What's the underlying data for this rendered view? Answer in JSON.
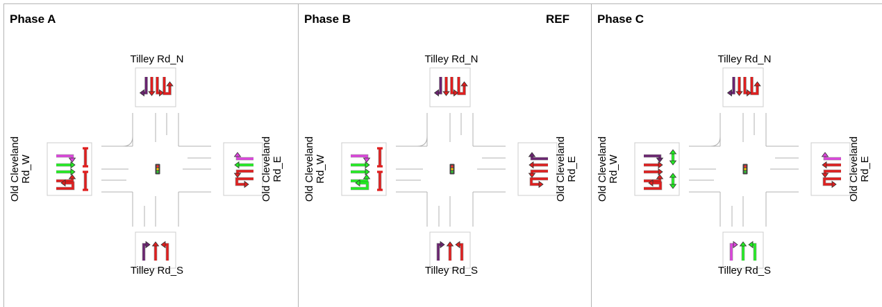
{
  "colors": {
    "red": "#e01e1e",
    "green": "#22ee22",
    "magenta": "#dd44dd",
    "purple": "#6a2370",
    "road": "#ffffff",
    "road_edge": "#b0b0b0",
    "box_border": "#cccccc",
    "signal_body": "#444444"
  },
  "approach_labels": {
    "north": "Tilley Rd_N",
    "south": "Tilley Rd_S",
    "west_line1": "Old Cleveland",
    "west_line2": "Rd_W",
    "east_line1": "Old Cleveland",
    "east_line2": "Rd_E"
  },
  "phases": [
    {
      "title": "Phase A",
      "ref": "",
      "icons": [
        "signal-icon"
      ],
      "movements": {
        "north": [
          [
            "uturn",
            "red"
          ],
          [
            "left",
            "red"
          ],
          [
            "through",
            "red"
          ],
          [
            "right",
            "purple"
          ]
        ],
        "south": [
          [
            "right",
            "purple"
          ],
          [
            "through",
            "red"
          ],
          [
            "left",
            "red"
          ]
        ],
        "west": [
          [
            "right",
            "magenta"
          ],
          [
            "through",
            "green"
          ],
          [
            "through",
            "green"
          ],
          [
            "left",
            "red"
          ],
          [
            "uturn",
            "red"
          ],
          [
            "blocked",
            "red"
          ],
          [
            "blocked",
            "red"
          ]
        ],
        "east": [
          [
            "uturn",
            "red"
          ],
          [
            "left",
            "red"
          ],
          [
            "through",
            "green"
          ],
          [
            "right",
            "magenta"
          ]
        ]
      }
    },
    {
      "title": "Phase B",
      "ref": "REF",
      "icons": [
        "signal-icon"
      ],
      "movements": {
        "north": [
          [
            "uturn",
            "red"
          ],
          [
            "left",
            "red"
          ],
          [
            "through",
            "red"
          ],
          [
            "right",
            "purple"
          ]
        ],
        "south": [
          [
            "right",
            "purple"
          ],
          [
            "through",
            "red"
          ],
          [
            "left",
            "red"
          ]
        ],
        "west": [
          [
            "right",
            "magenta"
          ],
          [
            "through",
            "green"
          ],
          [
            "through",
            "green"
          ],
          [
            "left",
            "green"
          ],
          [
            "uturn",
            "green"
          ],
          [
            "blocked",
            "red"
          ],
          [
            "blocked",
            "red"
          ]
        ],
        "east": [
          [
            "uturn",
            "red"
          ],
          [
            "left",
            "red"
          ],
          [
            "through",
            "red"
          ],
          [
            "right",
            "purple"
          ]
        ]
      }
    },
    {
      "title": "Phase C",
      "ref": "",
      "icons": [
        "signal-icon"
      ],
      "movements": {
        "north": [
          [
            "uturn",
            "red"
          ],
          [
            "left",
            "red"
          ],
          [
            "through",
            "red"
          ],
          [
            "right",
            "purple"
          ]
        ],
        "south": [
          [
            "right",
            "magenta"
          ],
          [
            "through",
            "green"
          ],
          [
            "left",
            "green"
          ]
        ],
        "west": [
          [
            "right",
            "purple"
          ],
          [
            "through",
            "red"
          ],
          [
            "through",
            "red"
          ],
          [
            "left",
            "red"
          ],
          [
            "uturn",
            "red"
          ],
          [
            "bidirectional",
            "green"
          ],
          [
            "bidirectional",
            "green"
          ]
        ],
        "east": [
          [
            "uturn",
            "red"
          ],
          [
            "left",
            "red"
          ],
          [
            "through",
            "red"
          ],
          [
            "right",
            "magenta"
          ]
        ]
      }
    }
  ]
}
